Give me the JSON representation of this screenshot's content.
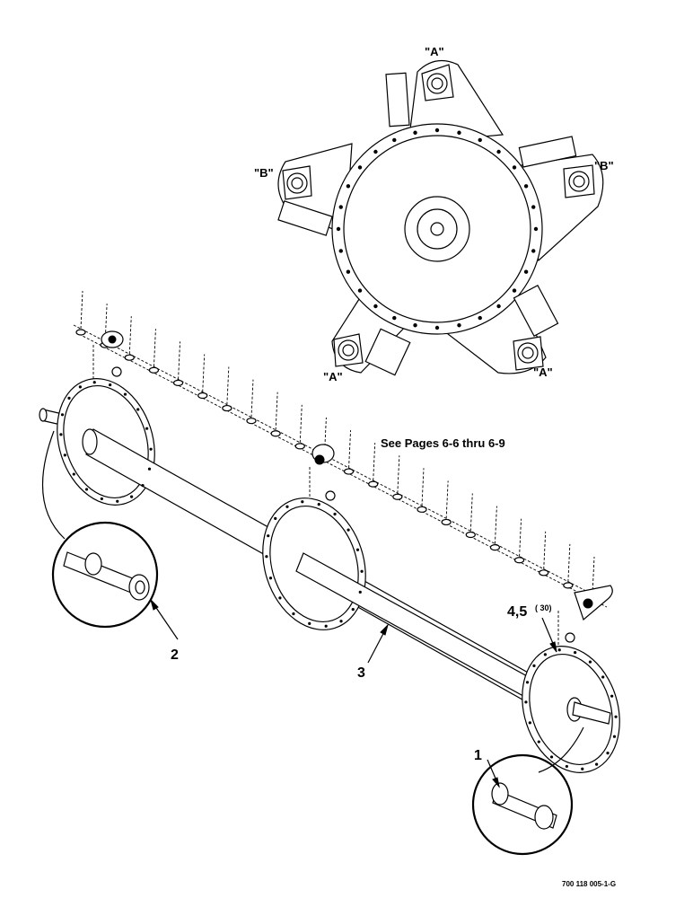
{
  "callouts": {
    "item_1": "1",
    "item_2": "2",
    "item_3": "3",
    "item_4_5": "4,5",
    "item_4_5_qty": "( 30)"
  },
  "end_view_tags": {
    "top": "\"A\"",
    "left": "\"B\"",
    "right": "\"B\"",
    "bottom_left": "\"A\"",
    "bottom_right": "\"A\""
  },
  "reference_note": "See Pages 6-6 thru 6-9",
  "figure_id": "700 118 005-1-G"
}
